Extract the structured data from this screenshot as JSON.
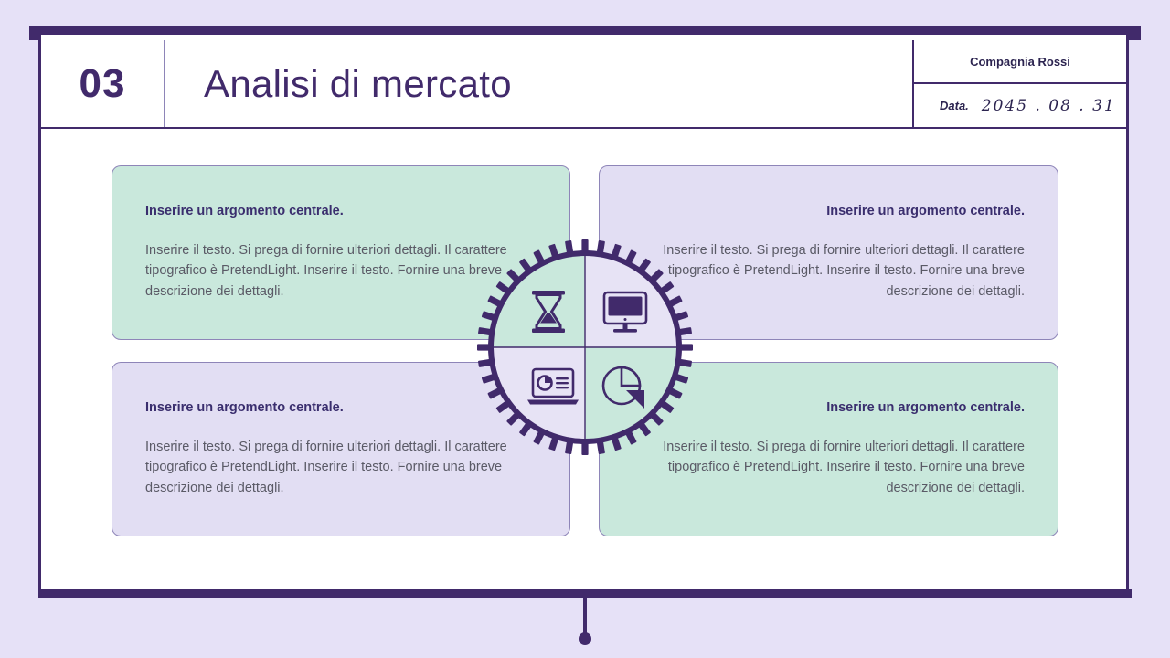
{
  "header": {
    "section_number": "03",
    "title": "Analisi di mercato",
    "company": "Compagnia Rossi",
    "date_label": "Data.",
    "date_value": "2045 . 08 . 31"
  },
  "cards": [
    {
      "id": "top-left",
      "title": "Inserire un argomento centrale.",
      "body": "Inserire il testo. Si prega di fornire ulteriori dettagli. Il carattere tipografico è PretendLight. Inserire il testo. Fornire una breve descrizione dei dettagli.",
      "color": "#C9E8DC"
    },
    {
      "id": "top-right",
      "title": "Inserire un argomento centrale.",
      "body": "Inserire il testo. Si prega di fornire ulteriori dettagli. Il carattere tipografico è PretendLight. Inserire il testo. Fornire una breve descrizione dei dettagli.",
      "color": "#E2DEF3"
    },
    {
      "id": "bottom-left",
      "title": "Inserire un argomento centrale.",
      "body": "Inserire il testo. Si prega di fornire ulteriori dettagli. Il carattere tipografico è PretendLight. Inserire il testo. Fornire una breve descrizione dei dettagli.",
      "color": "#E2DEF3"
    },
    {
      "id": "bottom-right",
      "title": "Inserire un argomento centrale.",
      "body": "Inserire il testo. Si prega di fornire ulteriori dettagli. Il carattere tipografico è PretendLight. Inserire il testo. Fornire una breve descrizione dei dettagli.",
      "color": "#C9E8DC"
    }
  ],
  "center_gear": {
    "quadrants": [
      {
        "position": "top-left",
        "icon": "hourglass-icon",
        "fill": "#C9E8DC"
      },
      {
        "position": "top-right",
        "icon": "monitor-icon",
        "fill": "#E7E3F5"
      },
      {
        "position": "bottom-left",
        "icon": "laptop-chart-icon",
        "fill": "#E7E3F5"
      },
      {
        "position": "bottom-right",
        "icon": "pie-chart-icon",
        "fill": "#C9E8DC"
      }
    ],
    "teeth": 40
  },
  "theme": {
    "primary": "#412A6B",
    "accent_green": "#C9E8DC",
    "accent_lavender": "#E2DEF3",
    "page_background": "#E6E1F7",
    "body_text": "#5A5A66"
  }
}
